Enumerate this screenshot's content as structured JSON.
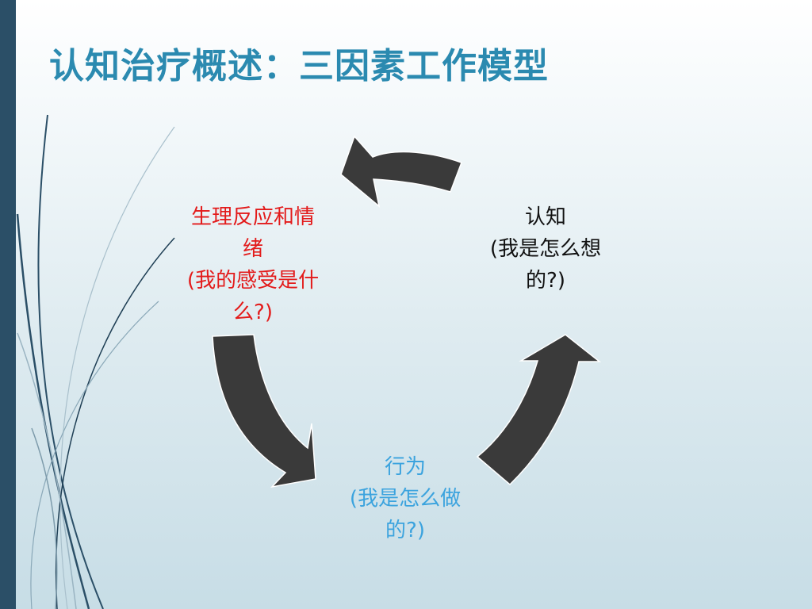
{
  "slide": {
    "title": "认知治疗概述：三因素工作模型"
  },
  "cycle": {
    "physiology": {
      "lines": [
        "生理反应和情",
        "绪",
        "(我的感受是什",
        "么?)"
      ]
    },
    "cognition": {
      "lines": [
        "认知",
        "(我是怎么想",
        "的?)"
      ]
    },
    "behavior": {
      "lines": [
        "行为",
        "(我是怎么做",
        "的?)"
      ]
    }
  },
  "colors": {
    "title": "#2b8ab0",
    "physiology_text": "#e31b1b",
    "cognition_text": "#111111",
    "behavior_text": "#3ba3de",
    "arrow_fill": "#3a3a3a",
    "left_bar": "#2b4f67"
  }
}
